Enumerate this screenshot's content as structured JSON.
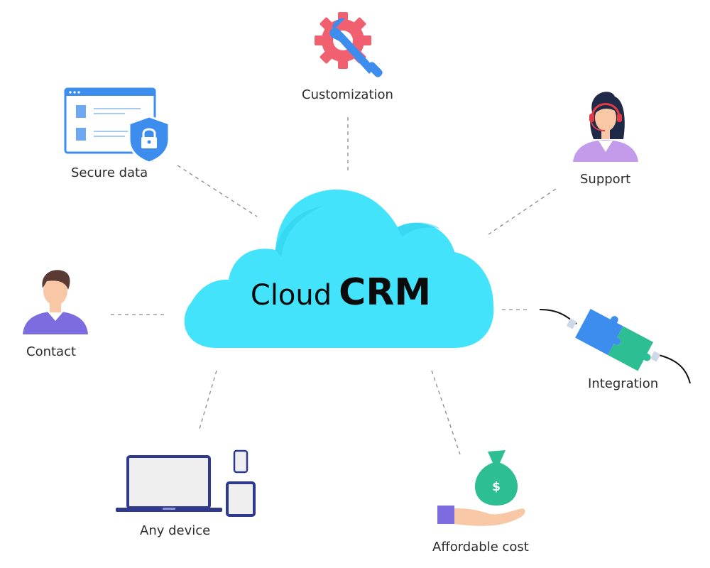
{
  "center": {
    "title_light": "Cloud",
    "title_bold": "CRM"
  },
  "nodes": {
    "customization": "Customization",
    "secure_data": "Secure data",
    "support": "Support",
    "contact": "Contact",
    "integration": "Integration",
    "any_device": "Any device",
    "affordable_cost": "Affordable cost"
  },
  "money_symbol": "$",
  "colors": {
    "cloud": "#42E3FB",
    "gear": "#F0606E",
    "wrench": "#3D8DEF",
    "shield": "#3D8DEF",
    "device": "#2F3A8F",
    "puzzle_blue": "#3D8DEF",
    "puzzle_green": "#2EBE93",
    "money_bag": "#2EBE93",
    "shirt": "#7C6CE0",
    "support_shirt": "#C49BEA"
  }
}
